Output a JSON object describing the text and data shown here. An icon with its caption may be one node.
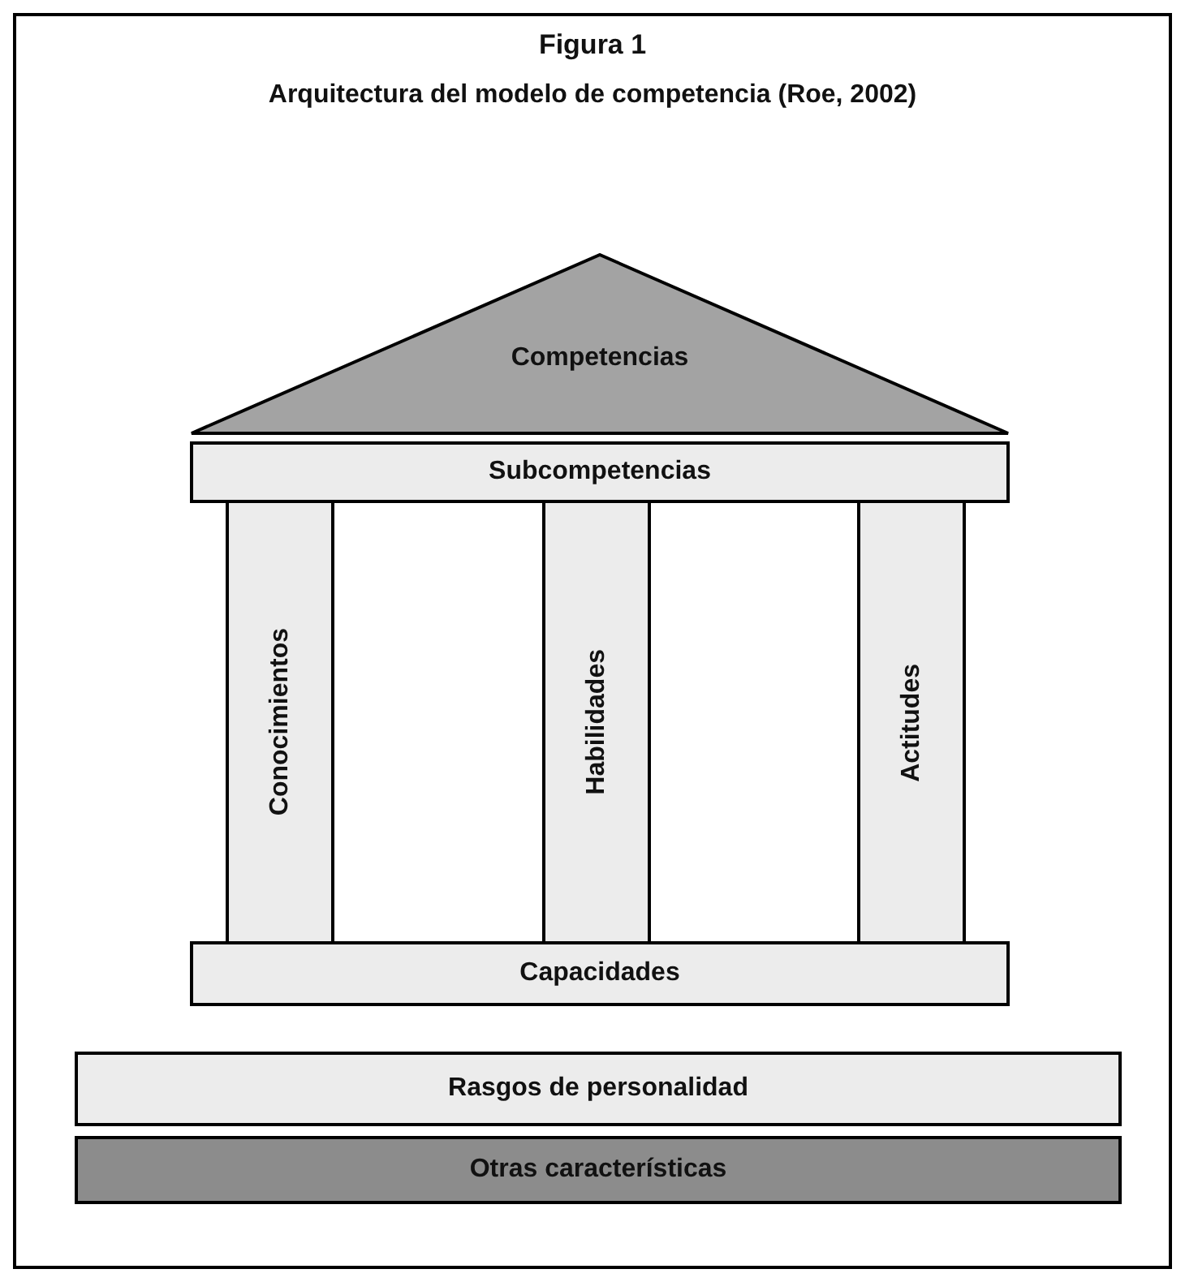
{
  "diagram": {
    "title": "Figura 1",
    "caption": "Arquitectura del modelo de competencia (Roe, 2002)",
    "nodes": [
      {
        "text": [
          "Competencias"
        ]
      },
      {
        "text": [
          "Subcompetencias"
        ]
      },
      {
        "text": [
          "Conocimientos"
        ]
      },
      {
        "text": [
          "Habilidades"
        ]
      },
      {
        "text": [
          "Actitudes"
        ]
      },
      {
        "text": [
          "Capacidades"
        ]
      },
      {
        "text": [
          "Rasgos de personalidad"
        ]
      },
      {
        "text": [
          "Otras características"
        ]
      }
    ]
  }
}
